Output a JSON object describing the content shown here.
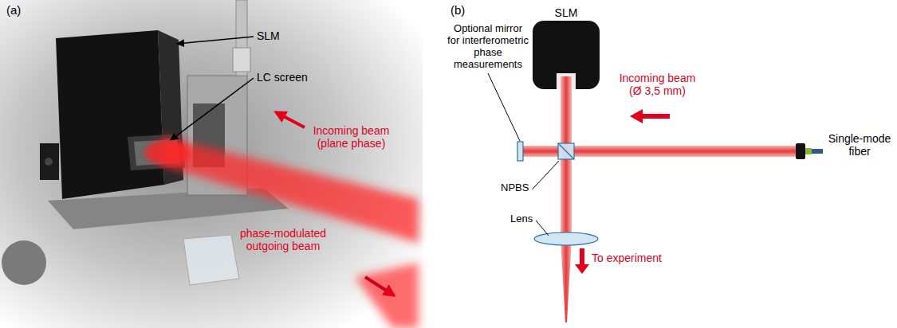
{
  "diagram": {
    "nodes": [
      {
        "text": [
          "SLM"
        ]
      }
    ],
    "labels": [
      "(a)",
      "SLM",
      "LC screen",
      "Incoming beam (plane phase)",
      "phase-modulated outgoing beam",
      "(b)",
      "Optional mirror for interferometric phase measurements",
      "Incoming beam (Ø 3,5 mm)",
      "Single-mode fiber",
      "NPBS",
      "Lens",
      "To experiment"
    ]
  }
}
